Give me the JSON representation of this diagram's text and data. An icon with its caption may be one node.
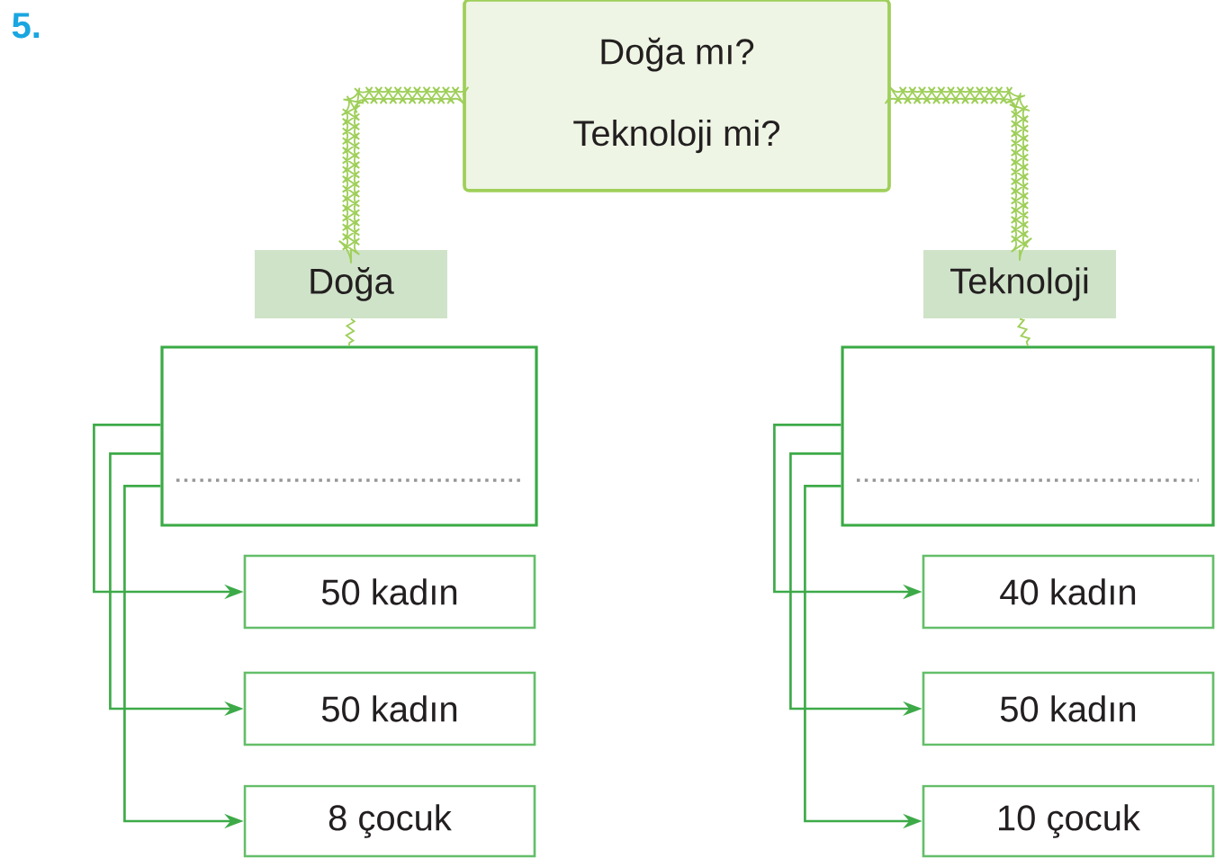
{
  "diagram": {
    "nodes": [
      {
        "text": [
          "Doğa mı?",
          "Teknoloji mi?"
        ]
      },
      {
        "text": [
          "Doğa"
        ]
      },
      {
        "text": [
          "Teknoloji"
        ]
      },
      {
        "text": [],
        "shape": "box"
      },
      {
        "text": [],
        "shape": "box"
      },
      {
        "text": [
          "50 kadın"
        ]
      },
      {
        "text": [
          "50 kadın"
        ]
      },
      {
        "text": [
          "8 çocuk"
        ]
      },
      {
        "text": [
          "40 kadın"
        ]
      },
      {
        "text": [
          "50 kadın"
        ]
      },
      {
        "text": [
          "10 çocuk"
        ]
      }
    ],
    "edges": [
      {
        "from": 0,
        "to": 1,
        "arrow": "none",
        "color": "#9fcf5a"
      },
      {
        "from": 1,
        "to": 3,
        "arrow": "none",
        "color": "#9fcf5a"
      },
      {
        "from": 0,
        "to": 2,
        "arrow": "none",
        "color": "#9fcf5a"
      },
      {
        "from": 2,
        "to": 4,
        "arrow": "none",
        "color": "#9fcf5a"
      },
      {
        "from": 3,
        "to": 5,
        "arrow": "to"
      },
      {
        "from": 3,
        "to": 6,
        "arrow": "to"
      },
      {
        "from": 3,
        "to": 7,
        "arrow": "to"
      },
      {
        "from": 4,
        "to": 8,
        "arrow": "to"
      },
      {
        "from": 4,
        "to": 9,
        "arrow": "to"
      },
      {
        "from": 4,
        "to": 10,
        "arrow": "to"
      }
    ],
    "labels": [
      "5."
    ]
  }
}
